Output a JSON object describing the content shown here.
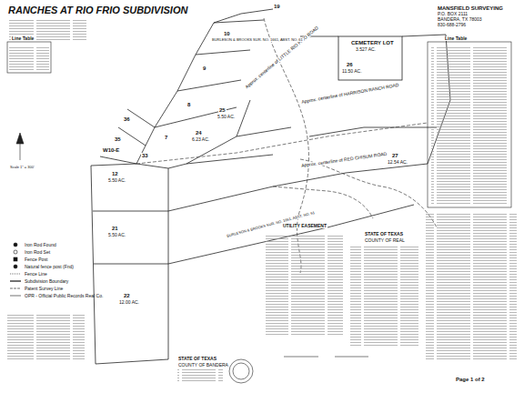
{
  "diagram": {
    "title": "RANCHES AT RIO FRIO SUBDIVISION",
    "labels": [
      "MANSFIELD SURVEYING",
      "P.O. BOX 2111",
      "BANDERA, TX 78003",
      "830-688-2796",
      "19",
      "10",
      "9",
      "8",
      "7",
      "36",
      "35",
      "33",
      "25",
      "5.50 AC.",
      "24",
      "6.23 AC.",
      "12",
      "5.50 AC.",
      "21",
      "5.50 AC.",
      "22",
      "12.00 AC.",
      "CEMETERY LOT",
      "3.527 AC.",
      "26",
      "11.50 AC.",
      "27",
      "12.54 AC.",
      "Approx. centerline of LITTLE RIO FRIO ROAD",
      "Approx. centerline of HARRISON RANCH ROAD",
      "Approx. centerline of RED CHISUM ROAD",
      "BURLESON & BROOKS SUR. NO. 1661, ABST. NO. 61",
      "BURLESON & BROOKS SUR. NO. 1661, ABST. NO. 61",
      "W10-E",
      "Line Table",
      "Line Table",
      "Scale 1\" = 300'",
      "UTILITY EASEMENT",
      "STATE OF TEXAS",
      "COUNTY OF REAL",
      "STATE OF TEXAS",
      "COUNTY OF BANDERA",
      "Page 1 of 2"
    ],
    "legend": [
      {
        "text": "Iron Rod Found"
      },
      {
        "text": "Iron Rod Set"
      },
      {
        "text": "Fence Post"
      },
      {
        "text": "Natural fence post (Fnd)"
      },
      {
        "text": "Fence Line"
      },
      {
        "text": "Subdivision Boundary"
      },
      {
        "text": "Patent Survey Line"
      },
      {
        "text": "OPR - Official Public Records Real Co."
      }
    ]
  }
}
